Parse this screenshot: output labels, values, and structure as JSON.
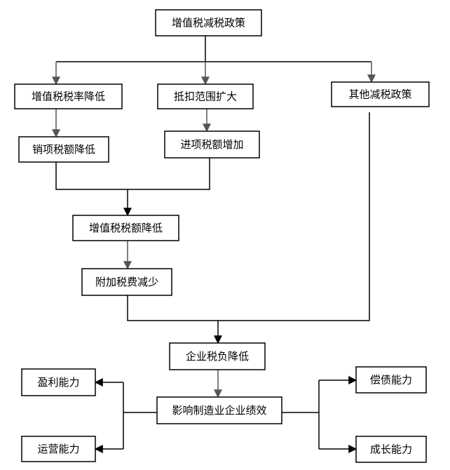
{
  "nodes": {
    "top_policy": "增值税减税政策",
    "rate_cut": "增值税税率降低",
    "deduction_expand": "抵扣范围扩大",
    "other_policy": "其他减税政策",
    "output_tax_down": "销项税额降低",
    "input_tax_up": "进项税额增加",
    "vat_amount_down": "增值税税额降低",
    "surtax_down": "附加税费减少",
    "tax_burden_down": "企业税负降低",
    "performance": "影响制造业企业绩效",
    "profitability": "盈利能力",
    "operating": "运营能力",
    "solvency": "偿债能力",
    "growth": "成长能力"
  }
}
